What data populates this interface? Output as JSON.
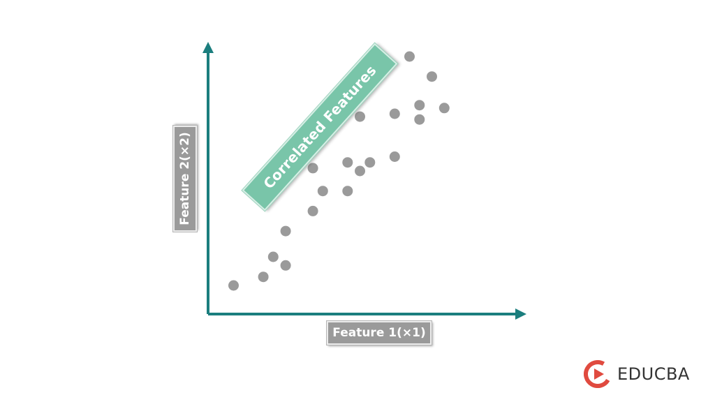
{
  "axes": {
    "x_label": "Feature 1(×1)",
    "y_label": "Feature 2(×2)"
  },
  "banner": {
    "label": "Correlated Features"
  },
  "brand": {
    "name": "EDUCBA",
    "logo_icon": "educba-logo-icon"
  },
  "colors": {
    "axis": "#1b7e7e",
    "point": "#9a9a9a",
    "banner": "#79c5a9",
    "label_box": "#9a9a9a",
    "logo_red": "#e04a3f"
  },
  "points": [
    {
      "x": 1.0,
      "y": 1.0
    },
    {
      "x": 2.2,
      "y": 1.3
    },
    {
      "x": 2.6,
      "y": 2.0
    },
    {
      "x": 3.1,
      "y": 2.9
    },
    {
      "x": 3.1,
      "y": 1.7
    },
    {
      "x": 4.2,
      "y": 3.6
    },
    {
      "x": 4.2,
      "y": 5.1
    },
    {
      "x": 4.6,
      "y": 4.3
    },
    {
      "x": 5.6,
      "y": 4.3
    },
    {
      "x": 5.6,
      "y": 5.3
    },
    {
      "x": 6.1,
      "y": 5.0
    },
    {
      "x": 6.1,
      "y": 6.9
    },
    {
      "x": 6.5,
      "y": 5.3
    },
    {
      "x": 7.5,
      "y": 5.5
    },
    {
      "x": 7.5,
      "y": 7.0
    },
    {
      "x": 8.1,
      "y": 9.0
    },
    {
      "x": 8.5,
      "y": 7.3
    },
    {
      "x": 8.5,
      "y": 6.8
    },
    {
      "x": 9.0,
      "y": 8.3
    },
    {
      "x": 9.5,
      "y": 7.2
    }
  ],
  "domain": {
    "x": [
      0,
      12
    ],
    "y": [
      0,
      10
    ]
  }
}
